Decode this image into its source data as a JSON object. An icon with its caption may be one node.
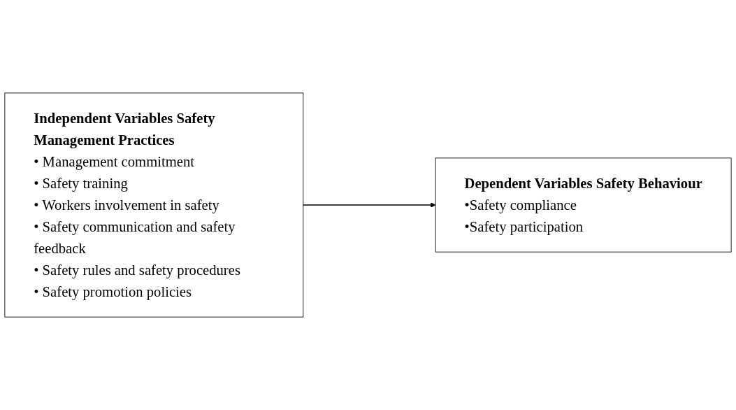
{
  "diagram": {
    "nodes": [
      {
        "text": [
          "Independent Variables Safety Management Practices",
          "• Management commitment",
          "• Safety training",
          "• Workers involvement in safety",
          "• Safety communication and safety feedback",
          "• Safety rules and safety procedures",
          "• Safety promotion policies"
        ]
      },
      {
        "text": [
          "Dependent Variables Safety Behaviour",
          "•Safety compliance",
          "•Safety participation"
        ]
      }
    ],
    "edges": [
      {
        "from": 0,
        "to": 1,
        "arrow": "to"
      }
    ]
  }
}
